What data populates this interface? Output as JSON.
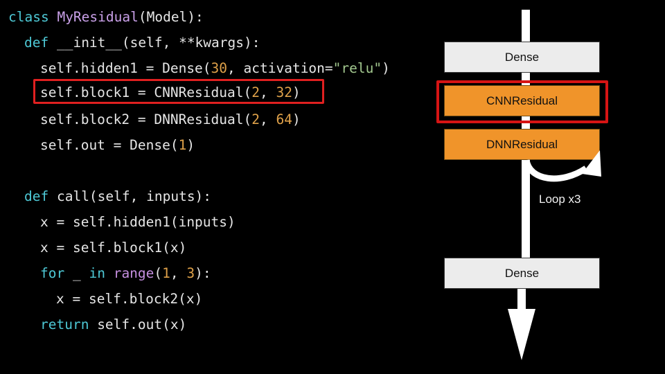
{
  "code": {
    "language": "python",
    "theme": {
      "background": "#000000",
      "default_text": "#e6e6e6",
      "keyword": "#4ec9d6",
      "class_name": "#c9a0e8",
      "function": "#c58fe0",
      "number": "#e0a24a",
      "string": "#a3c98f",
      "highlight_border": "#e02020"
    },
    "lines": [
      {
        "id": "line-1",
        "indent": 0,
        "text": "class MyResidual(Model):",
        "tokens": [
          {
            "t": "class",
            "c": "kw"
          },
          {
            "t": " ",
            "c": "plain"
          },
          {
            "t": "MyResidual",
            "c": "class"
          },
          {
            "t": "(Model):",
            "c": "plain"
          }
        ]
      },
      {
        "id": "line-2",
        "indent": 1,
        "text": "def __init__(self, **kwargs):",
        "tokens": [
          {
            "t": "def",
            "c": "kw"
          },
          {
            "t": " __init__(self, **kwargs):",
            "c": "plain"
          }
        ]
      },
      {
        "id": "line-3",
        "indent": 2,
        "text": "self.hidden1 = Dense(30, activation=\"relu\")",
        "tokens": [
          {
            "t": "self.hidden1 = Dense(",
            "c": "plain"
          },
          {
            "t": "30",
            "c": "num"
          },
          {
            "t": ", activation=",
            "c": "plain"
          },
          {
            "t": "\"relu\"",
            "c": "str"
          },
          {
            "t": ")",
            "c": "plain"
          }
        ]
      },
      {
        "id": "line-4",
        "indent": 2,
        "highlighted": true,
        "text": "self.block1 = CNNResidual(2, 32)",
        "tokens": [
          {
            "t": "self.block1 = CNNResidual(",
            "c": "plain"
          },
          {
            "t": "2",
            "c": "num"
          },
          {
            "t": ", ",
            "c": "plain"
          },
          {
            "t": "32",
            "c": "num"
          },
          {
            "t": ")",
            "c": "plain"
          }
        ]
      },
      {
        "id": "line-5",
        "indent": 2,
        "text": "self.block2 = DNNResidual(2, 64)",
        "tokens": [
          {
            "t": "self.block2 = DNNResidual(",
            "c": "plain"
          },
          {
            "t": "2",
            "c": "num"
          },
          {
            "t": ", ",
            "c": "plain"
          },
          {
            "t": "64",
            "c": "num"
          },
          {
            "t": ")",
            "c": "plain"
          }
        ]
      },
      {
        "id": "line-6",
        "indent": 2,
        "text": "self.out = Dense(1)",
        "tokens": [
          {
            "t": "self.out = Dense(",
            "c": "plain"
          },
          {
            "t": "1",
            "c": "num"
          },
          {
            "t": ")",
            "c": "plain"
          }
        ]
      },
      {
        "id": "line-7",
        "indent": 0,
        "text": "",
        "tokens": []
      },
      {
        "id": "line-8",
        "indent": 1,
        "text": "def call(self, inputs):",
        "tokens": [
          {
            "t": "def",
            "c": "kw"
          },
          {
            "t": " call(self, inputs):",
            "c": "plain"
          }
        ]
      },
      {
        "id": "line-9",
        "indent": 2,
        "text": "x = self.hidden1(inputs)",
        "tokens": [
          {
            "t": "x = self.hidden1(inputs)",
            "c": "plain"
          }
        ]
      },
      {
        "id": "line-10",
        "indent": 2,
        "text": "x = self.block1(x)",
        "tokens": [
          {
            "t": "x = self.block1(x)",
            "c": "plain"
          }
        ]
      },
      {
        "id": "line-11",
        "indent": 2,
        "text": "for _ in range(1, 3):",
        "tokens": [
          {
            "t": "for",
            "c": "kw"
          },
          {
            "t": " _ ",
            "c": "plain"
          },
          {
            "t": "in",
            "c": "kw"
          },
          {
            "t": " ",
            "c": "plain"
          },
          {
            "t": "range",
            "c": "fn"
          },
          {
            "t": "(",
            "c": "plain"
          },
          {
            "t": "1",
            "c": "num"
          },
          {
            "t": ", ",
            "c": "plain"
          },
          {
            "t": "3",
            "c": "num"
          },
          {
            "t": "):",
            "c": "plain"
          }
        ]
      },
      {
        "id": "line-12",
        "indent": 3,
        "text": "x = self.block2(x)",
        "tokens": [
          {
            "t": "x = self.block2(x)",
            "c": "plain"
          }
        ]
      },
      {
        "id": "line-13",
        "indent": 2,
        "text": "return self.out(x)",
        "tokens": [
          {
            "t": "return",
            "c": "kw"
          },
          {
            "t": " self.out(x)",
            "c": "plain"
          }
        ]
      }
    ]
  },
  "diagram": {
    "title": "",
    "colors": {
      "dense_fill": "#ececec",
      "residual_fill": "#f0942a",
      "spine": "#ffffff",
      "highlight_border": "#d61414",
      "label_text": "#f2f2f2"
    },
    "nodes": [
      {
        "id": "node-dense-top",
        "label": "Dense",
        "type": "dense",
        "highlighted": false
      },
      {
        "id": "node-cnnresidual",
        "label": "CNNResidual",
        "type": "residual",
        "highlighted": true
      },
      {
        "id": "node-dnnresidual",
        "label": "DNNResidual",
        "type": "residual",
        "highlighted": false
      },
      {
        "id": "node-dense-bottom",
        "label": "Dense",
        "type": "dense",
        "highlighted": false
      }
    ],
    "loop": {
      "label": "Loop x3",
      "repeats": 3,
      "target_node": "node-dnnresidual"
    }
  }
}
